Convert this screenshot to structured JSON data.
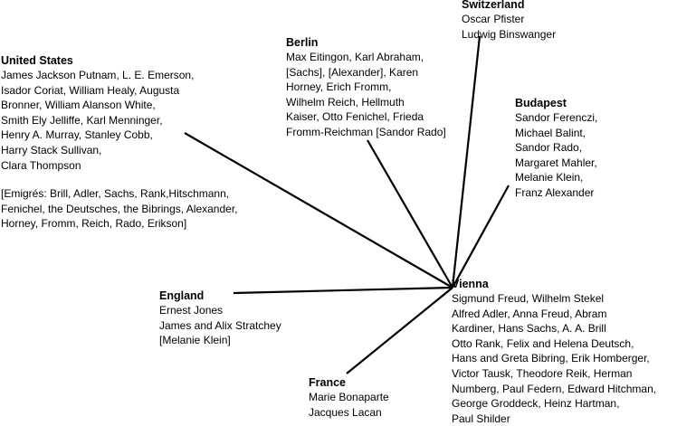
{
  "nodes": {
    "switzerland": {
      "title": "Switzerland",
      "lines": [
        "Oscar Pfister",
        "Ludwig Binswanger"
      ]
    },
    "united_states": {
      "title": "United States",
      "lines": [
        "James Jackson Putnam, L. E. Emerson,",
        "Isador Coriat, William Healy, Augusta",
        "Bronner, William Alanson White,",
        "Smith Ely Jelliffe, Karl Menninger,",
        "Henry A. Murray, Stanley Cobb,",
        "Harry Stack Sullivan,",
        "Clara Thompson"
      ]
    },
    "emigres": {
      "lines": [
        "[Emigrés: Brill, Adler, Sachs, Rank,Hitschmann,",
        "Fenichel, the Deutsches, the Bibrings, Alexander,",
        "Horney, Fromm, Reich, Rado, Erikson]"
      ]
    },
    "berlin": {
      "title": "Berlin",
      "lines": [
        "Max Eitingon, Karl Abraham,",
        "[Sachs], [Alexander], Karen",
        "Horney, Erich Fromm,",
        "Wilhelm Reich, Hellmuth",
        "Kaiser, Otto Fenichel, Frieda",
        "Fromm-Reichman [Sandor Rado]"
      ]
    },
    "budapest": {
      "title": "Budapest",
      "lines": [
        "Sandor Ferenczi,",
        "Michael Balint,",
        "Sandor Rado,",
        "Margaret Mahler,",
        "Melanie Klein,",
        "Franz Alexander"
      ]
    },
    "england": {
      "title": "England",
      "lines": [
        "Ernest Jones",
        "James and Alix Stratchey",
        "[Melanie Klein]"
      ]
    },
    "france": {
      "title": "France",
      "lines": [
        "Marie Bonaparte",
        "Jacques Lacan"
      ]
    },
    "vienna": {
      "title": "Vienna",
      "lines": [
        "Sigmund Freud, Wilhelm Stekel",
        "Alfred Adler, Anna Freud, Abram",
        "Kardiner, Hans Sachs, A. A. Brill",
        "Otto Rank, Felix and Helena Deutsch,",
        "Hans and Greta Bibring, Erik Homberger,",
        "Victor Tausk, Theodore Reik, Herman",
        "Numberg, Paul Federn, Edward Hitchman,",
        "George Groddeck, Heinz Hartman,",
        "Paul Shilder"
      ]
    }
  },
  "edges": [
    {
      "from": "vienna",
      "to": "switzerland"
    },
    {
      "from": "vienna",
      "to": "united_states"
    },
    {
      "from": "vienna",
      "to": "berlin"
    },
    {
      "from": "vienna",
      "to": "budapest"
    },
    {
      "from": "vienna",
      "to": "england"
    },
    {
      "from": "vienna",
      "to": "france"
    }
  ],
  "colors": {
    "line": "#000000",
    "text": "#000000",
    "background": "#ffffff"
  }
}
